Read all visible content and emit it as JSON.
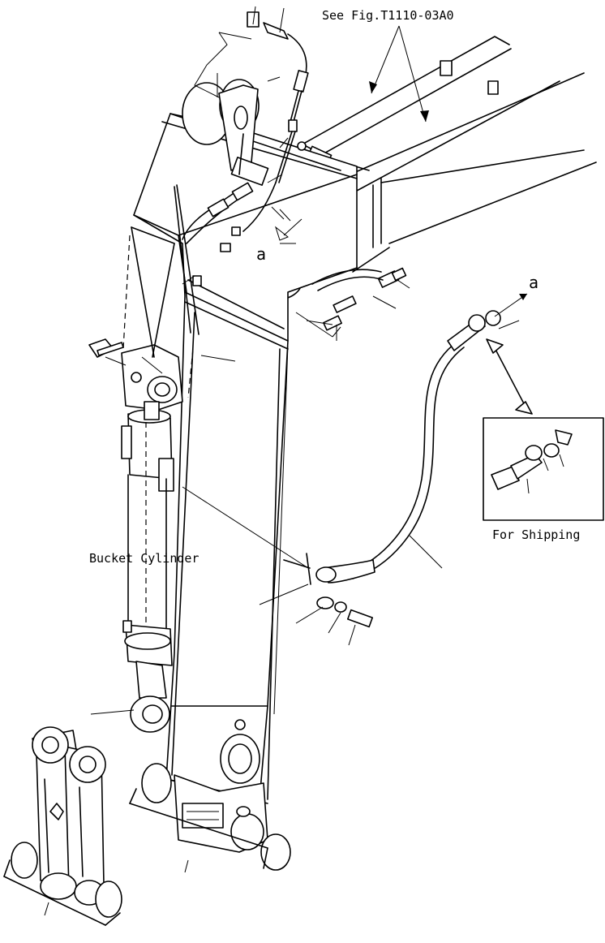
{
  "labels": {
    "see_fig": "See Fig.T1110-03A0",
    "bucket_cylinder": "Bucket Cylinder",
    "for_shipping": "For Shipping",
    "ref_a_upper": "a",
    "ref_a_right": "a"
  }
}
